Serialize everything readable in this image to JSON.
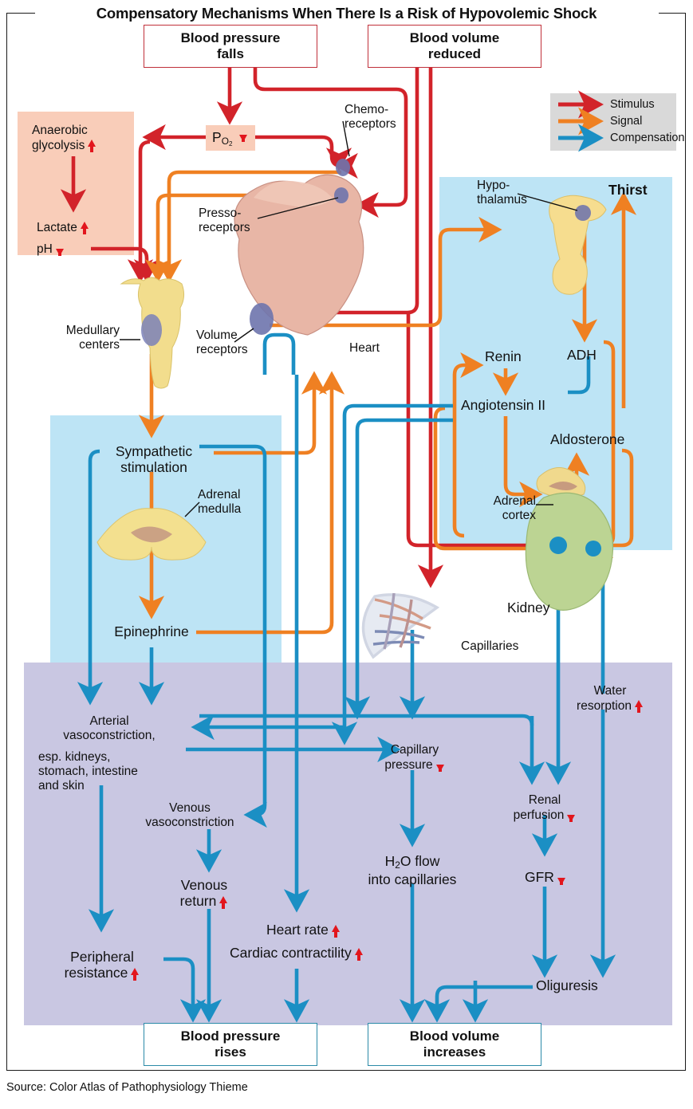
{
  "title": "Compensatory Mechanisms When There Is a Risk of Hypovolemic Shock",
  "source": "Source: Color Atlas of Pathophysiology Thieme",
  "legend": {
    "items": [
      {
        "label": "Stimulus",
        "color": "#d2232a"
      },
      {
        "label": "Signal",
        "color": "#ef8022"
      },
      {
        "label": "Compensation",
        "color": "#1b8fc4"
      }
    ]
  },
  "colors": {
    "stimulus": "#d2232a",
    "signal": "#ef8022",
    "compensation": "#1b8fc4",
    "box_red_border": "#c0303a",
    "box_teal_border": "#2b8aa8",
    "panel_pink": "#f9cdb9",
    "panel_blue": "#bde4f5",
    "panel_lavender": "#c9c7e2",
    "legend_bg": "#d9d9d9",
    "arrow_marker_red": "#e2161d"
  },
  "inputs": [
    {
      "id": "blood-pressure-falls",
      "lines": [
        "Blood pressure",
        "falls"
      ]
    },
    {
      "id": "blood-volume-reduced",
      "lines": [
        "Blood volume",
        "reduced"
      ]
    }
  ],
  "outputs": [
    {
      "id": "blood-pressure-rises",
      "lines": [
        "Blood pressure",
        "rises"
      ]
    },
    {
      "id": "blood-volume-increases",
      "lines": [
        "Blood volume",
        "increases"
      ]
    }
  ],
  "nodes": {
    "po2": {
      "label": "P",
      "sub": "O2",
      "change": "down"
    },
    "anaerobic_glycolysis": {
      "lines": [
        "Anaerobic",
        "glycolysis"
      ],
      "change": "up"
    },
    "lactate": {
      "label": "Lactate",
      "change": "up"
    },
    "ph": {
      "label": "pH",
      "change": "down"
    },
    "chemoreceptors": {
      "lines": [
        "Chemo-",
        "receptors"
      ]
    },
    "pressoreceptors": {
      "lines": [
        "Presso-",
        "receptors"
      ]
    },
    "volume_receptors": {
      "lines": [
        "Volume",
        "receptors"
      ]
    },
    "medullary_centers": {
      "lines": [
        "Medullary",
        "centers"
      ]
    },
    "heart": {
      "label": "Heart"
    },
    "hypothalamus": {
      "lines": [
        "Hypo-",
        "thalamus"
      ]
    },
    "thirst": {
      "label": "Thirst"
    },
    "adh": {
      "label": "ADH"
    },
    "renin": {
      "label": "Renin"
    },
    "angiotensin_ii": {
      "label": "Angiotensin II"
    },
    "aldosterone": {
      "label": "Aldosterone"
    },
    "adrenal_cortex": {
      "lines": [
        "Adrenal",
        "cortex"
      ]
    },
    "kidney": {
      "label": "Kidney"
    },
    "sympathetic_stimulation": {
      "lines": [
        "Sympathetic",
        "stimulation"
      ]
    },
    "adrenal_medulla": {
      "lines": [
        "Adrenal",
        "medulla"
      ]
    },
    "epinephrine": {
      "label": "Epinephrine"
    },
    "capillaries": {
      "label": "Capillaries"
    },
    "water_resorption": {
      "lines": [
        "Water",
        "resorption"
      ],
      "change": "up"
    },
    "arterial_vasoconstriction": {
      "lines": [
        "Arterial",
        "vasoconstriction,",
        "esp. kidneys,",
        "stomach, intestine",
        "and skin"
      ]
    },
    "venous_vasoconstriction": {
      "lines": [
        "Venous",
        "vasoconstriction"
      ]
    },
    "venous_return": {
      "lines": [
        "Venous",
        "return"
      ],
      "change": "up"
    },
    "peripheral_resistance": {
      "lines": [
        "Peripheral",
        "resistance"
      ],
      "change": "up"
    },
    "heart_rate": {
      "label": "Heart rate",
      "change": "up"
    },
    "cardiac_contractility": {
      "label": "Cardiac contractility",
      "change": "up"
    },
    "capillary_pressure": {
      "lines": [
        "Capillary",
        "pressure"
      ],
      "change": "down"
    },
    "h2o_flow": {
      "lines": [
        "H2O flow",
        "into capillaries"
      ]
    },
    "renal_perfusion": {
      "lines": [
        "Renal",
        "perfusion"
      ],
      "change": "down"
    },
    "gfr": {
      "label": "GFR",
      "change": "down"
    },
    "oliguresis": {
      "label": "Oliguresis"
    }
  }
}
